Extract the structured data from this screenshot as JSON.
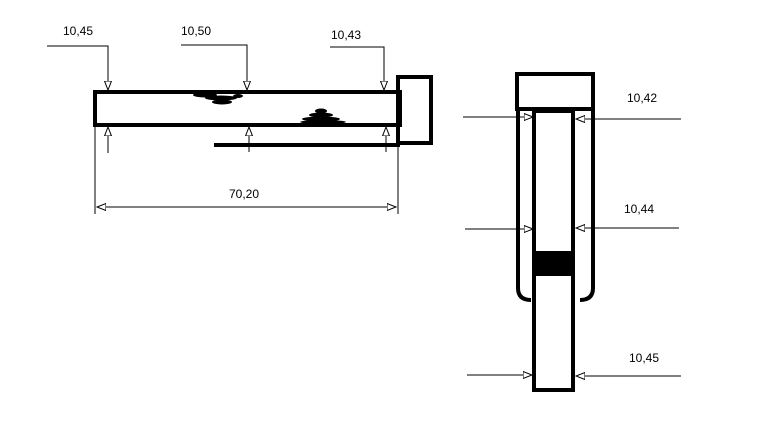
{
  "side_view": {
    "dim_left": "10,45",
    "dim_center": "10,50",
    "dim_right": "10,43",
    "length": "70,20"
  },
  "end_view": {
    "dim_top": "10,42",
    "dim_middle": "10,44",
    "dim_bottom": "10,45"
  },
  "colors": {
    "line": "#000000",
    "background": "#ffffff"
  }
}
